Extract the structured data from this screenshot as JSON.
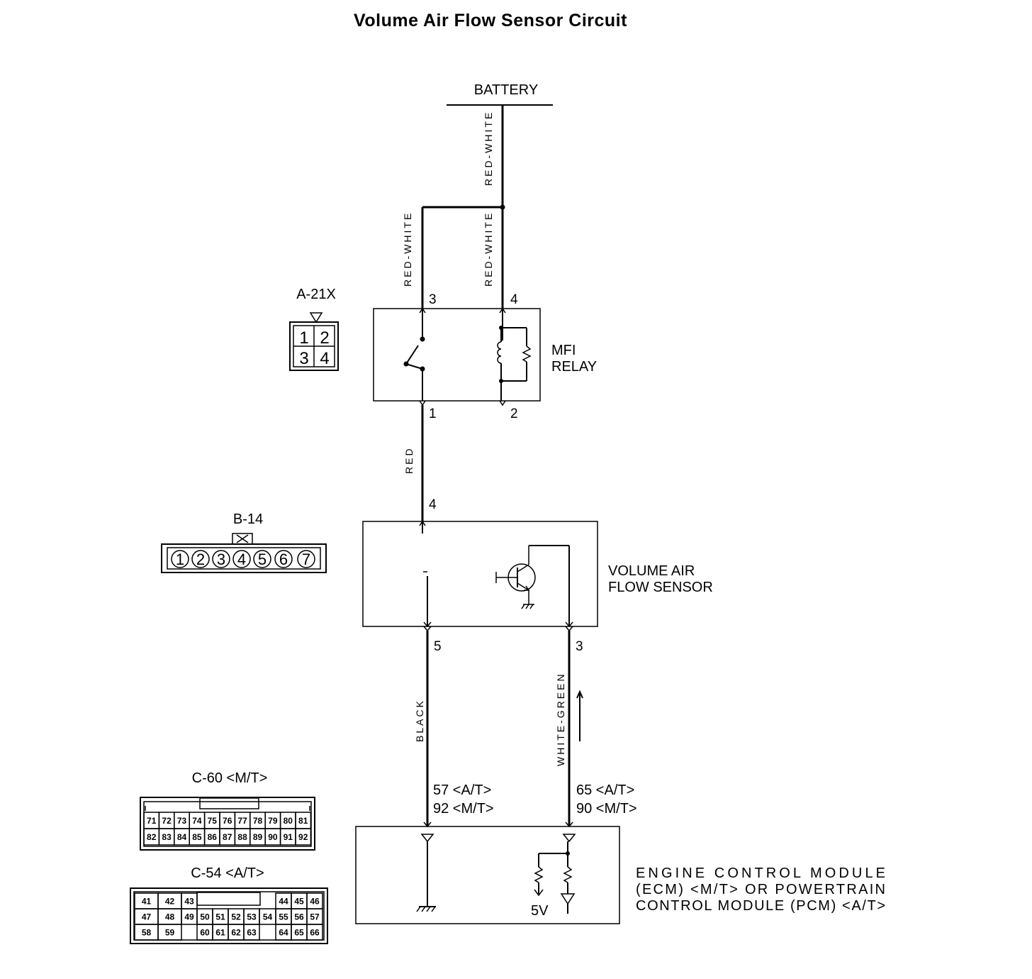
{
  "title": "Volume Air Flow Sensor Circuit",
  "battery": {
    "label": "BATTERY"
  },
  "wires": {
    "battery_feed": "RED-WHITE",
    "relay_pin3": "RED-WHITE",
    "relay_pin4": "RED-WHITE",
    "relay_to_sensor": "RED",
    "sensor_ground": "BLACK",
    "sensor_signal": "WHITE-GREEN"
  },
  "mfi_relay": {
    "label_line1": "MFI",
    "label_line2": "RELAY",
    "connector_id": "A-21X",
    "connector_pins": [
      "1",
      "2",
      "3",
      "4"
    ],
    "pin_top_left": "3",
    "pin_top_right": "4",
    "pin_bottom_left": "1",
    "pin_bottom_right": "2"
  },
  "sensor": {
    "label_line1": "VOLUME AIR",
    "label_line2": "FLOW SENSOR",
    "connector_id": "B-14",
    "connector_pins": [
      "1",
      "2",
      "3",
      "4",
      "5",
      "6",
      "7"
    ],
    "pin_top": "4",
    "pin_ground": "5",
    "pin_signal": "3"
  },
  "ecm": {
    "label_line1": "ENGINE CONTROL MODULE",
    "label_line2": "(ECM) <M/T> OR POWERTRAIN",
    "label_line3": "CONTROL MODULE (PCM) <A/T>",
    "ground_pin_at": "57 <A/T>",
    "ground_pin_mt": "92 <M/T>",
    "signal_pin_at": "65 <A/T>",
    "signal_pin_mt": "90 <M/T>",
    "supply": "5V"
  },
  "connector_c60": {
    "label": "C-60 <M/T>",
    "row1": [
      "71",
      "72",
      "73",
      "74",
      "75",
      "76",
      "77",
      "78",
      "79",
      "80",
      "81"
    ],
    "row2": [
      "82",
      "83",
      "84",
      "85",
      "86",
      "87",
      "88",
      "89",
      "90",
      "91",
      "92"
    ]
  },
  "connector_c54": {
    "label": "C-54 <A/T>",
    "row1": [
      "41",
      "42",
      "43",
      "44",
      "45",
      "46"
    ],
    "row2": [
      "47",
      "48",
      "49",
      "50",
      "51",
      "52",
      "53",
      "54",
      "55",
      "56",
      "57"
    ],
    "row3": [
      "58",
      "59",
      "60",
      "61",
      "62",
      "63",
      "64",
      "65",
      "66"
    ]
  }
}
